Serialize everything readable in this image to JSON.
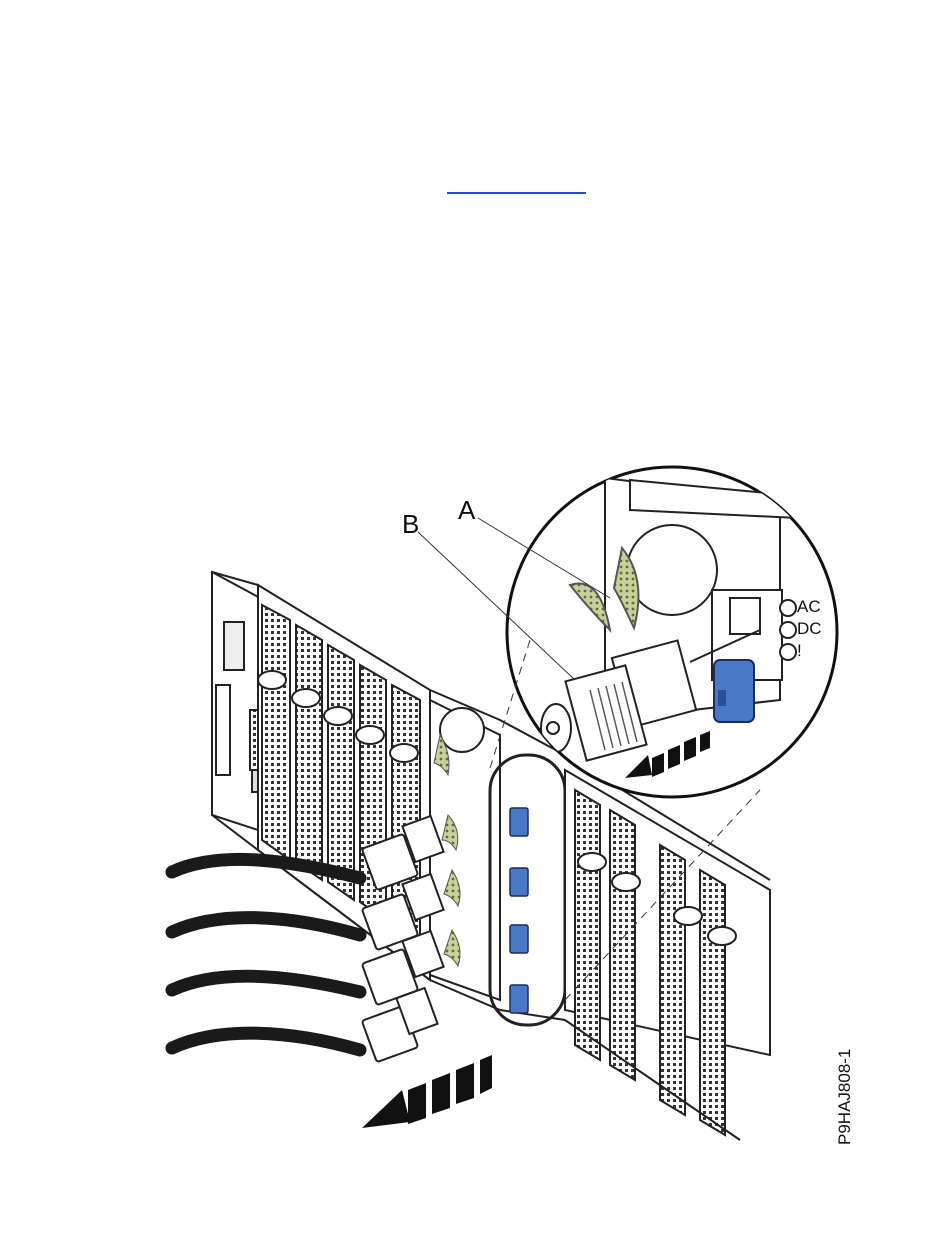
{
  "page": {
    "link_text": ""
  },
  "figure": {
    "callouts": {
      "a": "A",
      "b": "B"
    },
    "figure_id": "P9HAJ808-1",
    "led_labels": [
      "AC",
      "DC",
      "!"
    ],
    "colors": {
      "latch": "#4a78c8",
      "cable": "#1a1a1a",
      "tie": "#b8c48c"
    }
  }
}
